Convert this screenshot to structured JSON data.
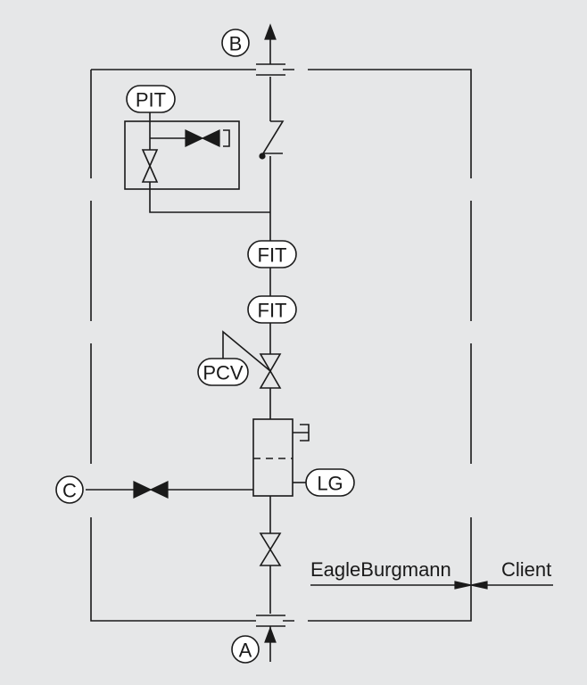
{
  "connections": {
    "a": "A",
    "b": "B",
    "c": "C"
  },
  "instruments": {
    "pit": "PIT",
    "fit_upper": "FIT",
    "fit_lower": "FIT",
    "pcv": "PCV",
    "lg": "LG"
  },
  "scope": {
    "supplier": "EagleBurgmann",
    "customer": "Client"
  },
  "colors": {
    "background": "#e6e7e8",
    "line": "#1a1a1a",
    "tag": "#ffffff"
  }
}
